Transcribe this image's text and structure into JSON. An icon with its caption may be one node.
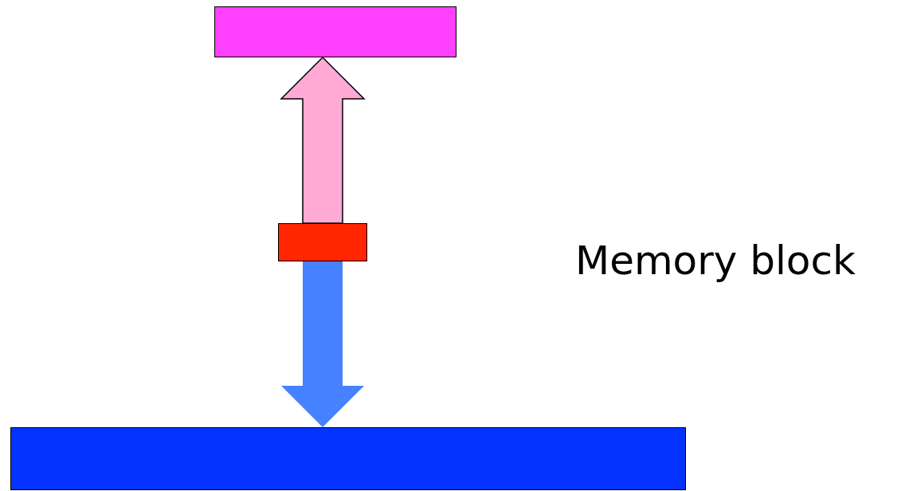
{
  "diagram": {
    "nodes": [
      {
        "text": [],
        "shape": "box"
      },
      {
        "text": [],
        "shape": "box"
      },
      {
        "text": [],
        "shape": "box"
      }
    ],
    "edges": [
      {
        "from": 1,
        "to": 0,
        "arrow": "to",
        "style": "thick",
        "color": "#ffaad4"
      },
      {
        "from": 1,
        "to": 2,
        "arrow": "to",
        "style": "thick",
        "color": "#4682ff"
      }
    ],
    "labels": [
      "Memory block"
    ]
  }
}
